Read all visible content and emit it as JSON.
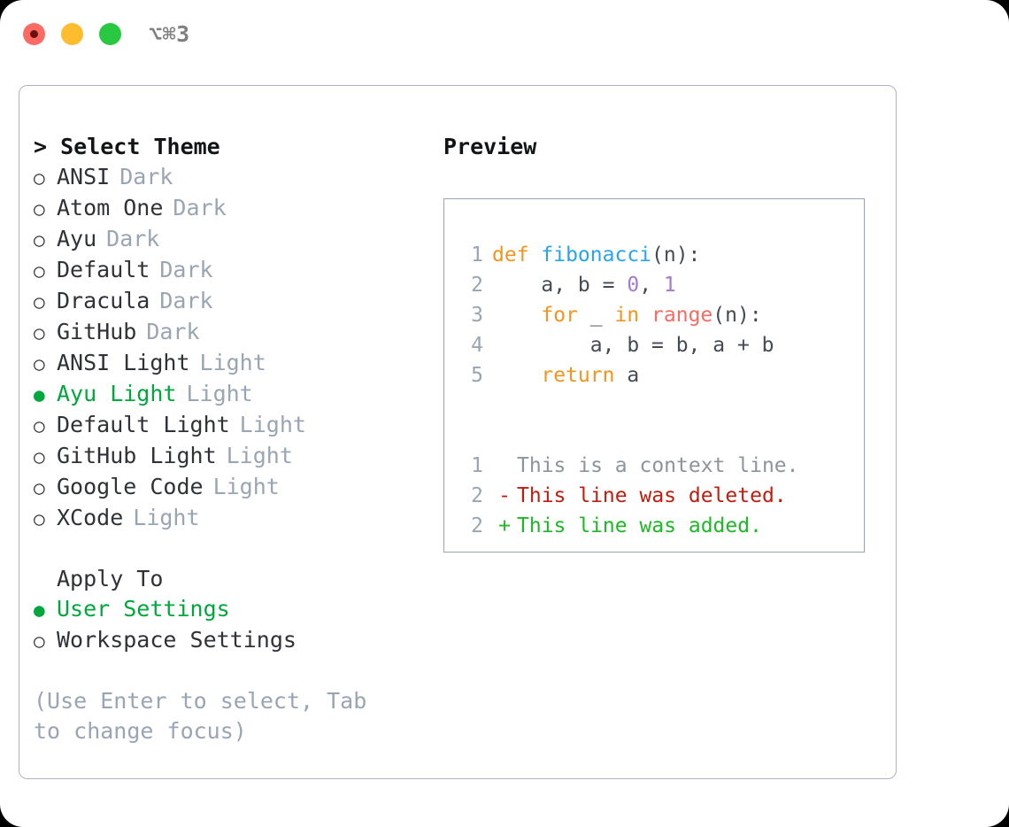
{
  "titlebar": {
    "shortcut": "⌥⌘3",
    "lights": [
      {
        "name": "close",
        "color": "#fb6a63"
      },
      {
        "name": "minimize",
        "color": "#fdbd2e"
      },
      {
        "name": "maximize",
        "color": "#28c840"
      }
    ]
  },
  "theme_picker": {
    "title": "> Select Theme",
    "bullet_unselected": "○",
    "bullet_selected": "●",
    "items": [
      {
        "label": "ANSI",
        "variant": "Dark",
        "selected": false
      },
      {
        "label": "Atom One",
        "variant": "Dark",
        "selected": false
      },
      {
        "label": "Ayu",
        "variant": "Dark",
        "selected": false
      },
      {
        "label": "Default",
        "variant": "Dark",
        "selected": false
      },
      {
        "label": "Dracula",
        "variant": "Dark",
        "selected": false
      },
      {
        "label": "GitHub",
        "variant": "Dark",
        "selected": false
      },
      {
        "label": "ANSI Light",
        "variant": "Light",
        "selected": false
      },
      {
        "label": "Ayu Light",
        "variant": "Light",
        "selected": true
      },
      {
        "label": "Default Light",
        "variant": "Light",
        "selected": false
      },
      {
        "label": "GitHub Light",
        "variant": "Light",
        "selected": false
      },
      {
        "label": "Google Code",
        "variant": "Light",
        "selected": false
      },
      {
        "label": "XCode",
        "variant": "Light",
        "selected": false
      }
    ]
  },
  "apply_to": {
    "title": "Apply To",
    "options": [
      {
        "label": "User Settings",
        "selected": true
      },
      {
        "label": "Workspace Settings",
        "selected": false
      }
    ]
  },
  "hint": "(Use Enter to select, Tab to change focus)",
  "preview": {
    "title": "Preview",
    "code_lines": [
      {
        "number": "1",
        "tokens": [
          {
            "text": "def ",
            "type": "kw"
          },
          {
            "text": "fibonacci",
            "type": "fn"
          },
          {
            "text": "(n):",
            "type": "pn"
          }
        ]
      },
      {
        "number": "2",
        "tokens": [
          {
            "text": "    a, b = ",
            "type": "pn"
          },
          {
            "text": "0",
            "type": "num"
          },
          {
            "text": ", ",
            "type": "pn"
          },
          {
            "text": "1",
            "type": "num"
          }
        ]
      },
      {
        "number": "3",
        "tokens": [
          {
            "text": "    ",
            "type": "pn"
          },
          {
            "text": "for",
            "type": "kw"
          },
          {
            "text": " _ ",
            "type": "pn"
          },
          {
            "text": "in",
            "type": "kw"
          },
          {
            "text": " ",
            "type": "pn"
          },
          {
            "text": "range",
            "type": "bi"
          },
          {
            "text": "(n):",
            "type": "pn"
          }
        ]
      },
      {
        "number": "4",
        "tokens": [
          {
            "text": "        a, b = b, a + b",
            "type": "pn"
          }
        ]
      },
      {
        "number": "5",
        "tokens": [
          {
            "text": "    ",
            "type": "pn"
          },
          {
            "text": "return",
            "type": "kw"
          },
          {
            "text": " a",
            "type": "pn"
          }
        ]
      }
    ],
    "diff_lines": [
      {
        "number": "1",
        "mark": " ",
        "text": "This is a context line.",
        "type": "ctx"
      },
      {
        "number": "2",
        "mark": "-",
        "text": "This line was deleted.",
        "type": "del"
      },
      {
        "number": "2",
        "mark": "+",
        "text": "This line was added.",
        "type": "add"
      }
    ]
  },
  "colors": {
    "accent_green": "#00a83c",
    "muted": "#9aa5b4",
    "keyword": "#f2951f",
    "function": "#2aa3f0",
    "number": "#a37acc",
    "builtin": "#f86b62",
    "diff_del": "#c01c10",
    "diff_add": "#1db924",
    "panel_border": "#aab4c4"
  }
}
